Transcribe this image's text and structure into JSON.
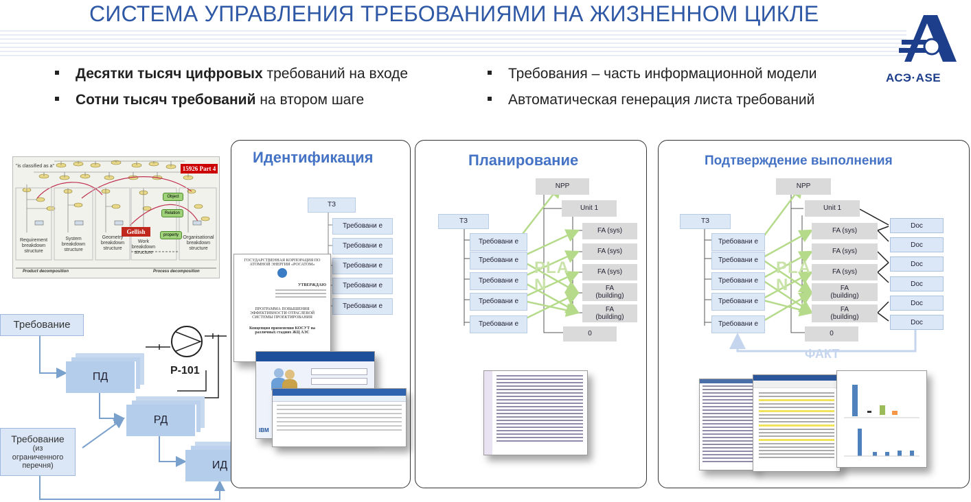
{
  "title": "СИСТЕМА УПРАВЛЕНИЯ ТРЕБОВАНИЯМИ НА ЖИЗНЕННОМ ЦИКЛЕ",
  "bullets_left": [
    {
      "bold": "Десятки тысяч цифровых",
      "rest": " требований на входе"
    },
    {
      "bold": "Сотни тысяч требований",
      "rest": " на втором шаге"
    }
  ],
  "bullets_right": [
    "Требования – часть информационной модели",
    "Автоматическая генерация листа требований"
  ],
  "logo": {
    "text": "АСЭ·ASE"
  },
  "iso_diagram": {
    "badge": "15926 Part 4",
    "classified": "\"is classified as a\"",
    "columns": [
      "Requirement breakdown structure",
      "System breakdown structure",
      "Geometry breakdown structure",
      "Work breakdown structure",
      "Organisational breakdown structure"
    ],
    "object": "Object",
    "relation": "Relation",
    "property": "property",
    "gellish": "Gellish",
    "product_decomposition": "Product decomposition",
    "process_decomposition": "Process decomposition"
  },
  "flow": {
    "req1": "Требование",
    "req2_lines": [
      "Требование",
      "(из",
      "ограниченного",
      "перечня)"
    ],
    "pd": "ПД",
    "rd": "РД",
    "id": "ИД",
    "pump": "P-101"
  },
  "panel1": {
    "title": "Идентификация",
    "tz": "ТЗ",
    "reqs": [
      "Требовани е",
      "Требовани е",
      "Требовани е",
      "Требовани е",
      "Требовани е"
    ],
    "doc_header": "ГОСУДАРСТВЕННАЯ КОРПОРАЦИЯ ПО АТОМНОЙ ЭНЕРГИИ «РОСАТОМ»",
    "doc_approve": "УТВЕРЖДАЮ",
    "doc_body": "ПРОГРАММА ПОВЫШЕНИЯ ЭФФЕКТИВНОСТИ ОТРАСЛЕВОЙ СИСТЕМЫ ПРОЕКТИРОВАНИЯ",
    "doc_concept": "Концепция применения КОСУТ на различных стадиях ЖЦ АЭС",
    "ibm": "IBM"
  },
  "panel2": {
    "title": "Планирование",
    "npp": "NPP",
    "unit": "Unit 1",
    "tz": "ТЗ",
    "reqs": [
      "Требовани е",
      "Требовани е",
      "Требовани е",
      "Требовани е",
      "Требовани е"
    ],
    "fa": [
      "FA (sys)",
      "FA (sys)",
      "FA (sys)",
      "FA (building)",
      "FA (building)"
    ],
    "zero": "0",
    "plan": "PLAN"
  },
  "panel3": {
    "title": "Подтверждение выполнения",
    "npp": "NPP",
    "unit": "Unit 1",
    "tz": "ТЗ",
    "reqs": [
      "Требовани е",
      "Требовани е",
      "Требовани е",
      "Требовани е",
      "Требовани е"
    ],
    "fa": [
      "FA (sys)",
      "FA (sys)",
      "FA (sys)",
      "FA (building)",
      "FA (building)"
    ],
    "docs": [
      "Doc",
      "Doc",
      "Doc",
      "Doc",
      "Doc",
      "Doc"
    ],
    "zero": "0",
    "plan": "PLAN",
    "fact": "ФАКТ"
  },
  "colors": {
    "title": "#2e58a6",
    "panel_title": "#4472c4",
    "plan_arrow": "#c9e2a8",
    "fact_arrow": "#c5d5ee"
  }
}
